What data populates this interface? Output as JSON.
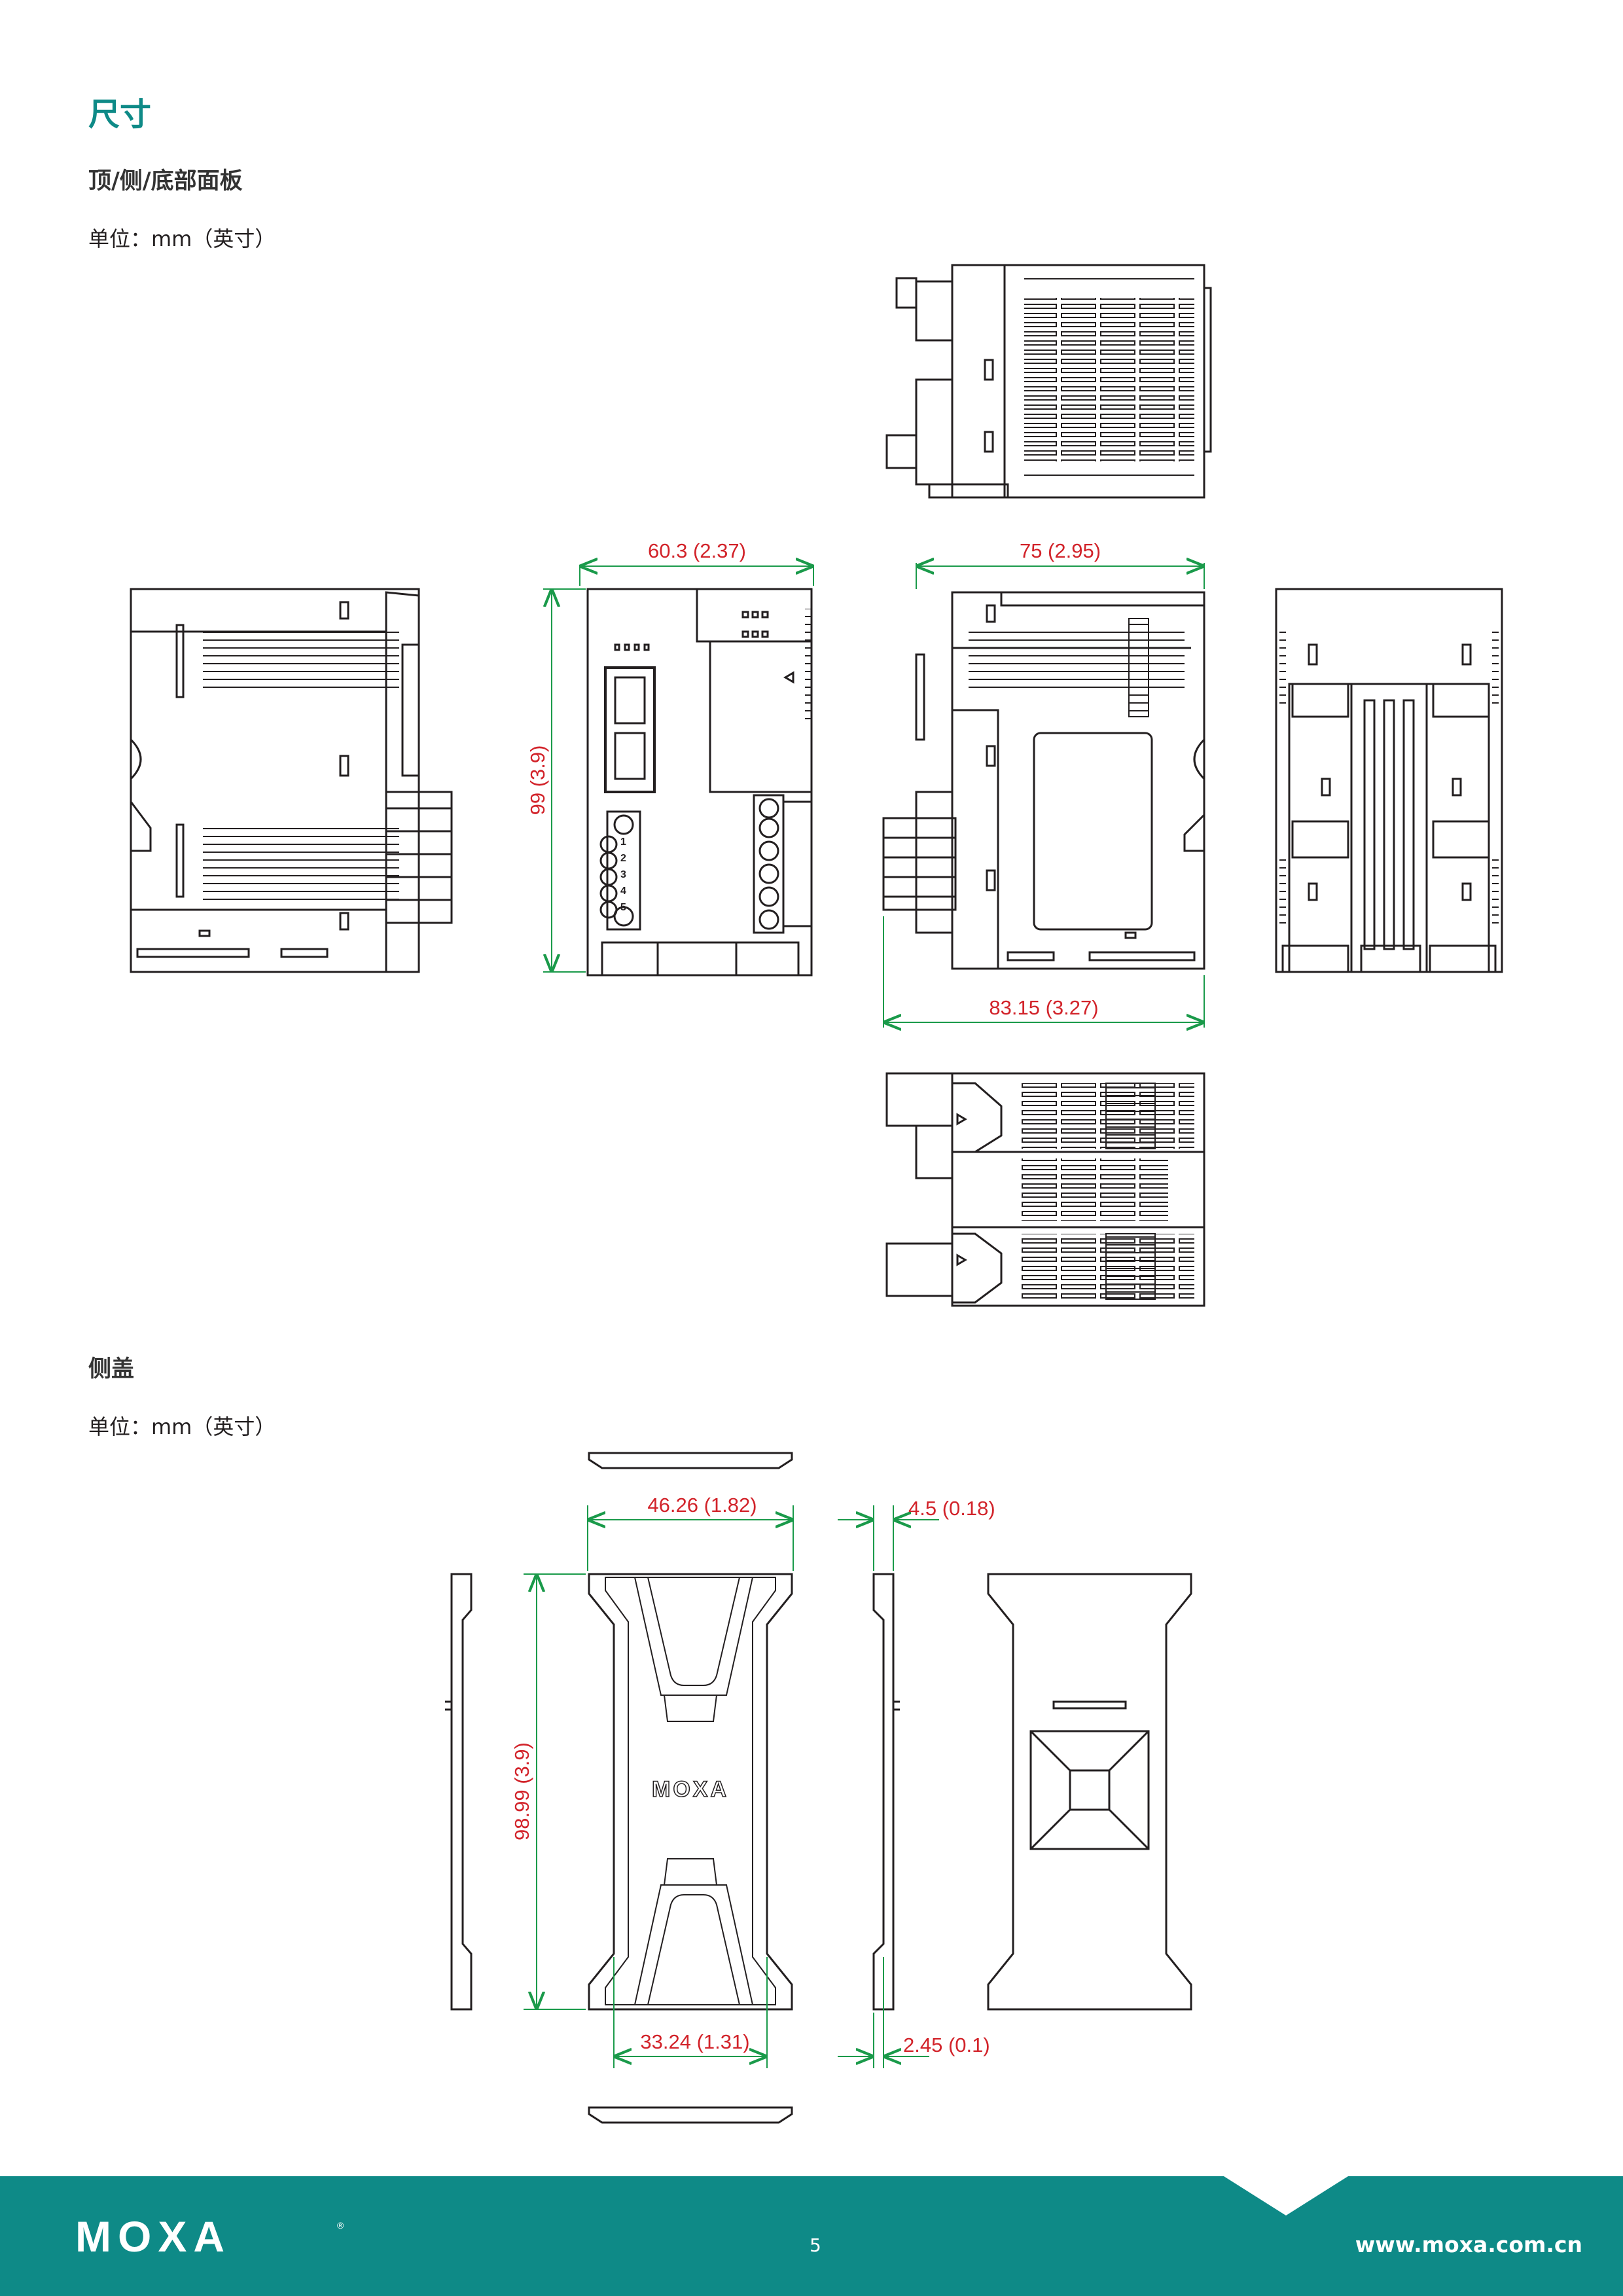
{
  "section_title": "尺寸",
  "subsection1": "顶/侧/底部面板",
  "unit_label1": "单位：mm（英寸）",
  "subsection2": "侧盖",
  "unit_label2": "单位：mm（英寸）",
  "dims": {
    "width_front": "60.3 (2.37)",
    "height_front": "99 (3.9)",
    "depth_side": "75 (2.95)",
    "depth_total": "83.15 (3.27)",
    "cover_width": "46.26 (1.82)",
    "cover_height": "98.99 (3.9)",
    "cover_bottom_width": "33.24 (1.31)",
    "cover_thickness": "4.5 (0.18)",
    "cover_lip": "2.45 (0.1)"
  },
  "terminal_numbers": [
    "1",
    "2",
    "3",
    "4",
    "5"
  ],
  "cover_logo": "MOXA",
  "footer": {
    "logo": "MOXA",
    "page_number": "5",
    "url": "www.moxa.com.cn"
  },
  "colors": {
    "brand_teal": "#0e8a87",
    "dimension_red": "#d2232a",
    "dimension_green": "#1a9a4a"
  }
}
